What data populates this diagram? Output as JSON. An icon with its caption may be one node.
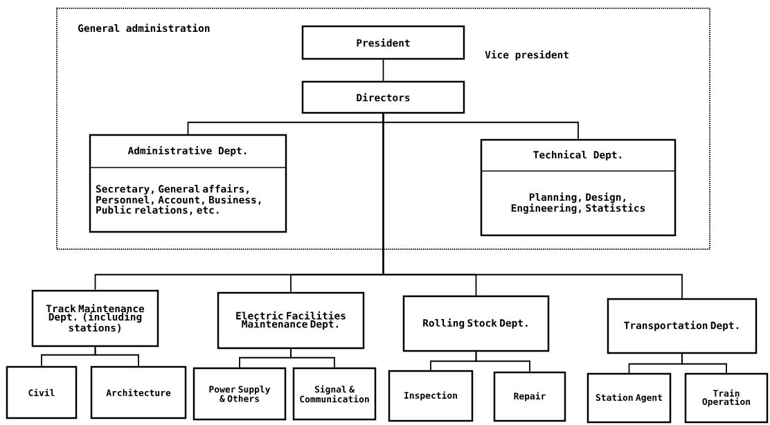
{
  "diagram": {
    "nodes": [
      {
        "text": [
          "General administration"
        ]
      },
      {
        "text": [
          "President"
        ],
        "in": 0
      },
      {
        "text": [
          "Directors"
        ],
        "in": 0
      },
      {
        "text": [
          "Administrative Dept.",
          "Secretary, General affairs, Personnel, Account, Business, Public relations, etc."
        ],
        "in": 0
      },
      {
        "text": [
          "Technical Dept.",
          "Planning, Design, Engineering, Statistics"
        ],
        "in": 0
      },
      {
        "text": [
          "Track Maintenance Dept. (including stations)"
        ]
      },
      {
        "text": [
          "Electric Facilities Maintenance Dept."
        ]
      },
      {
        "text": [
          "Rolling Stock Dept."
        ]
      },
      {
        "text": [
          "Transportation Dept."
        ]
      },
      {
        "text": [
          "Civil"
        ]
      },
      {
        "text": [
          "Architecture"
        ]
      },
      {
        "text": [
          "Power Supply & Others"
        ]
      },
      {
        "text": [
          "Signal & Communication"
        ]
      },
      {
        "text": [
          "Inspection"
        ]
      },
      {
        "text": [
          "Repair"
        ]
      },
      {
        "text": [
          "Station Agent"
        ]
      },
      {
        "text": [
          "Train Operation"
        ]
      }
    ],
    "edges": [
      {
        "from": 1,
        "to": 2,
        "arrow": "none"
      },
      {
        "from": 2,
        "to": 3,
        "arrow": "none"
      },
      {
        "from": 2,
        "to": 4,
        "arrow": "none"
      },
      {
        "from": 2,
        "to": 5,
        "arrow": "none"
      },
      {
        "from": 2,
        "to": 6,
        "arrow": "none"
      },
      {
        "from": 2,
        "to": 7,
        "arrow": "none"
      },
      {
        "from": 2,
        "to": 8,
        "arrow": "none"
      },
      {
        "from": 5,
        "to": 9,
        "arrow": "none"
      },
      {
        "from": 5,
        "to": 10,
        "arrow": "none"
      },
      {
        "from": 6,
        "to": 11,
        "arrow": "none"
      },
      {
        "from": 6,
        "to": 12,
        "arrow": "none"
      },
      {
        "from": 7,
        "to": 13,
        "arrow": "none"
      },
      {
        "from": 7,
        "to": 14,
        "arrow": "none"
      },
      {
        "from": 8,
        "to": 15,
        "arrow": "none"
      },
      {
        "from": 8,
        "to": 16,
        "arrow": "none"
      }
    ],
    "labels": [
      "Vice president"
    ]
  }
}
